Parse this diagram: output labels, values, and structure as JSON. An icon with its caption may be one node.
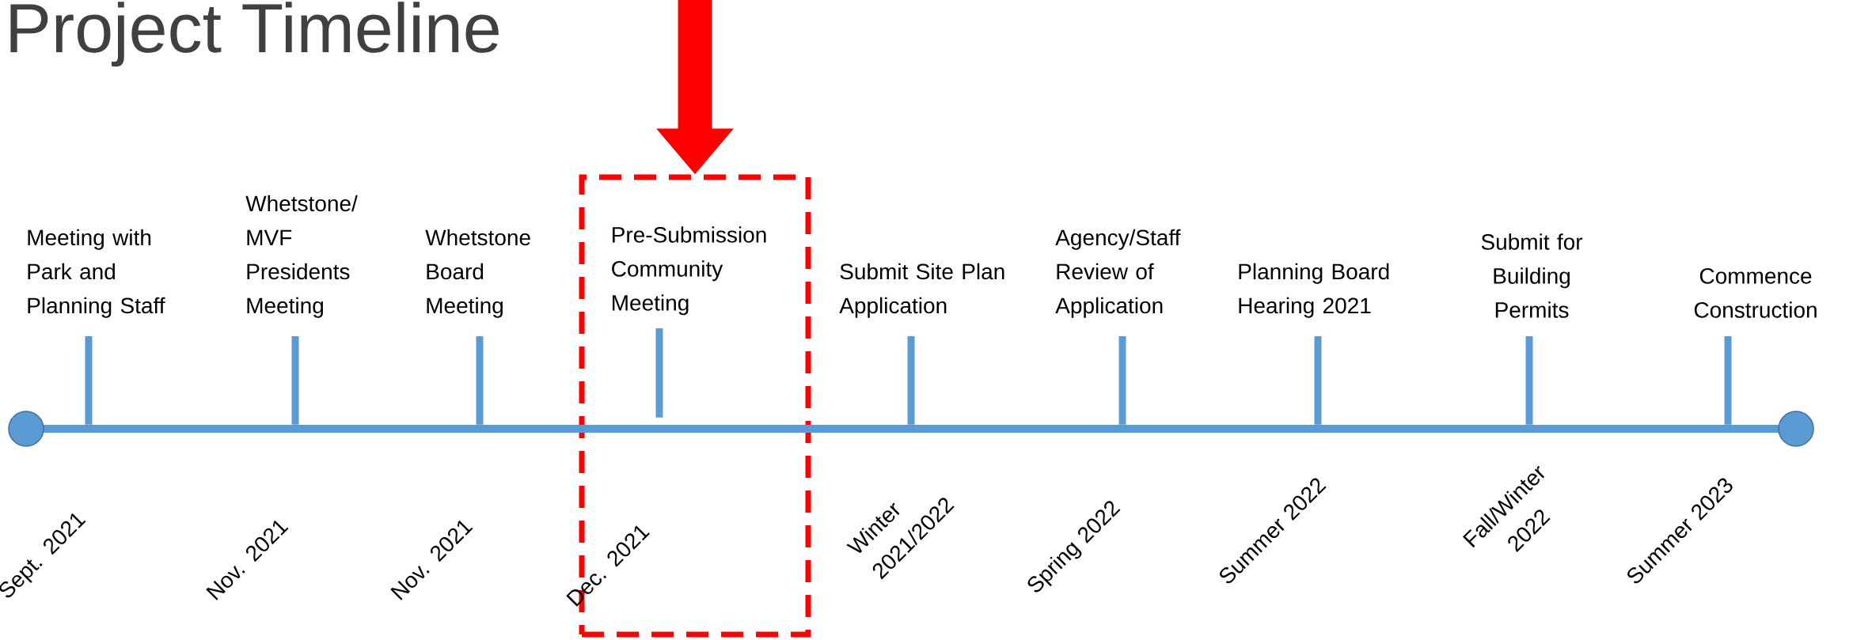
{
  "diagram": {
    "title": "Project Timeline",
    "nodes": [
      {
        "text": [
          "Meeting with Park and Planning Staff"
        ]
      },
      {
        "text": [
          "Whetstone/ MVF Presidents Meeting"
        ]
      },
      {
        "text": [
          "Whetstone Board Meeting"
        ]
      },
      {
        "text": [],
        "shape": "box"
      },
      {
        "text": [
          "Pre-Submission Community Meeting"
        ],
        "in": 3
      },
      {
        "text": [
          "Submit Site Plan Application"
        ]
      },
      {
        "text": [
          "Agency/Staff Review of Application"
        ]
      },
      {
        "text": [
          "Planning Board Hearing 2021"
        ]
      },
      {
        "text": [
          "Submit for Building Permits"
        ]
      },
      {
        "text": [
          "Commence Construction"
        ]
      },
      {
        "text": [],
        "shape": "bar"
      }
    ],
    "edges": [
      {
        "from": 0,
        "to": 10,
        "arrow": "none"
      },
      {
        "from": 1,
        "to": 10,
        "arrow": "none"
      },
      {
        "from": 2,
        "to": 10,
        "arrow": "none"
      },
      {
        "from": 4,
        "to": 10,
        "arrow": "none"
      },
      {
        "from": 5,
        "to": 10,
        "arrow": "none"
      },
      {
        "from": 6,
        "to": 10,
        "arrow": "none"
      },
      {
        "from": 7,
        "to": 10,
        "arrow": "none"
      },
      {
        "from": 8,
        "to": 10,
        "arrow": "none"
      },
      {
        "from": 9,
        "to": 10,
        "arrow": "none"
      },
      {
        "from": null,
        "to": 3,
        "arrow": "to",
        "style": "thick",
        "color": "#ff0000"
      }
    ],
    "labels": [
      "Sept. 2021",
      "Nov. 2021",
      "Nov. 2021",
      "Dec. 2021",
      "Winter 2021/2022",
      "Spring 2022",
      "Summer 2022",
      "Fall/Winter 2022",
      "Summer 2023"
    ]
  }
}
